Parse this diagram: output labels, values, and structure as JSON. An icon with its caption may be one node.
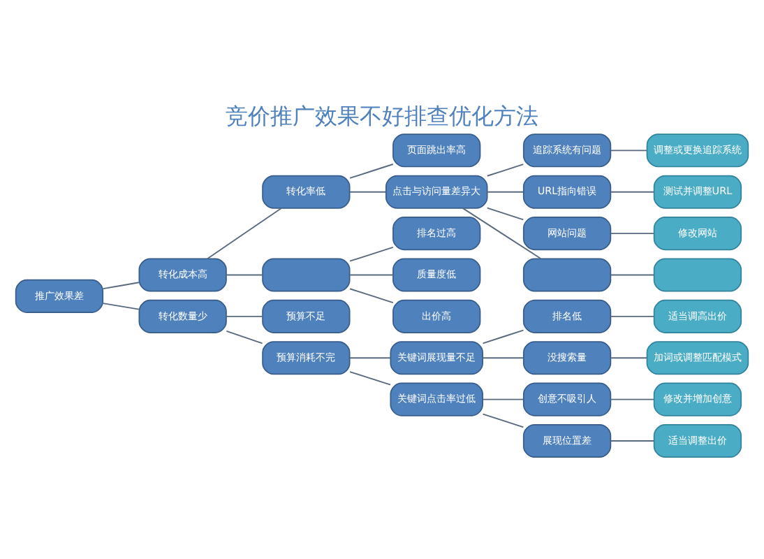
{
  "diagram": {
    "title": "竞价推广效果不好排查优化方法",
    "nodes": [
      {
        "text": [
          "推广效果差"
        ]
      },
      {
        "text": [
          "转化成本高"
        ]
      },
      {
        "text": [
          "转化数量少"
        ]
      },
      {
        "text": [
          "转化率低"
        ]
      },
      {
        "text": [],
        "shape": "box"
      },
      {
        "text": [
          "页面跳出率高"
        ]
      },
      {
        "text": [
          "点击与访问量差异大"
        ]
      },
      {
        "text": [
          "追踪系统有问题"
        ]
      },
      {
        "text": [
          "调整或更换追踪系统"
        ]
      },
      {
        "text": [
          "URL指向错误"
        ]
      },
      {
        "text": [
          "测试并调整URL"
        ]
      },
      {
        "text": [
          "网站问题"
        ]
      },
      {
        "text": [
          "修改网站"
        ]
      },
      {
        "text": [],
        "shape": "box"
      },
      {
        "text": [],
        "shape": "box"
      },
      {
        "text": [
          "排名过高"
        ]
      },
      {
        "text": [
          "质量度低"
        ]
      },
      {
        "text": [
          "出价高"
        ]
      },
      {
        "text": [
          "预算不足"
        ]
      },
      {
        "text": [
          "预算消耗不完"
        ]
      },
      {
        "text": [
          "关键词展现量不足"
        ]
      },
      {
        "text": [
          "关键词点击率过低"
        ]
      },
      {
        "text": [
          "排名低"
        ]
      },
      {
        "text": [
          "适当调高出价"
        ]
      },
      {
        "text": [
          "没搜索量"
        ]
      },
      {
        "text": [
          "加词或调整匹配模式"
        ]
      },
      {
        "text": [
          "创意不吸引人"
        ]
      },
      {
        "text": [
          "修改并增加创意"
        ]
      },
      {
        "text": [
          "展现位置差"
        ]
      },
      {
        "text": [
          "适当调整出价"
        ]
      }
    ],
    "edges": [
      {
        "from": 0,
        "to": 1,
        "arrow": "none"
      },
      {
        "from": 0,
        "to": 2,
        "arrow": "none"
      },
      {
        "from": 1,
        "to": 3,
        "arrow": "none"
      },
      {
        "from": 1,
        "to": 4,
        "arrow": "none"
      },
      {
        "from": 3,
        "to": 5,
        "arrow": "none"
      },
      {
        "from": 3,
        "to": 6,
        "arrow": "none"
      },
      {
        "from": 6,
        "to": 7,
        "arrow": "none"
      },
      {
        "from": 6,
        "to": 9,
        "arrow": "none"
      },
      {
        "from": 6,
        "to": 11,
        "arrow": "none"
      },
      {
        "from": 6,
        "to": 13,
        "arrow": "none"
      },
      {
        "from": 7,
        "to": 8,
        "arrow": "none"
      },
      {
        "from": 9,
        "to": 10,
        "arrow": "none"
      },
      {
        "from": 11,
        "to": 12,
        "arrow": "none"
      },
      {
        "from": 13,
        "to": 14,
        "arrow": "none"
      },
      {
        "from": 4,
        "to": 15,
        "arrow": "none"
      },
      {
        "from": 4,
        "to": 16,
        "arrow": "none"
      },
      {
        "from": 4,
        "to": 17,
        "arrow": "none"
      },
      {
        "from": 2,
        "to": 18,
        "arrow": "none"
      },
      {
        "from": 2,
        "to": 19,
        "arrow": "none"
      },
      {
        "from": 19,
        "to": 20,
        "arrow": "none"
      },
      {
        "from": 19,
        "to": 21,
        "arrow": "none"
      },
      {
        "from": 20,
        "to": 22,
        "arrow": "none"
      },
      {
        "from": 20,
        "to": 24,
        "arrow": "none"
      },
      {
        "from": 21,
        "to": 26,
        "arrow": "none"
      },
      {
        "from": 21,
        "to": 28,
        "arrow": "none"
      },
      {
        "from": 22,
        "to": 23,
        "arrow": "none"
      },
      {
        "from": 24,
        "to": 25,
        "arrow": "none"
      },
      {
        "from": 26,
        "to": 27,
        "arrow": "none"
      },
      {
        "from": 28,
        "to": 29,
        "arrow": "none"
      }
    ]
  }
}
